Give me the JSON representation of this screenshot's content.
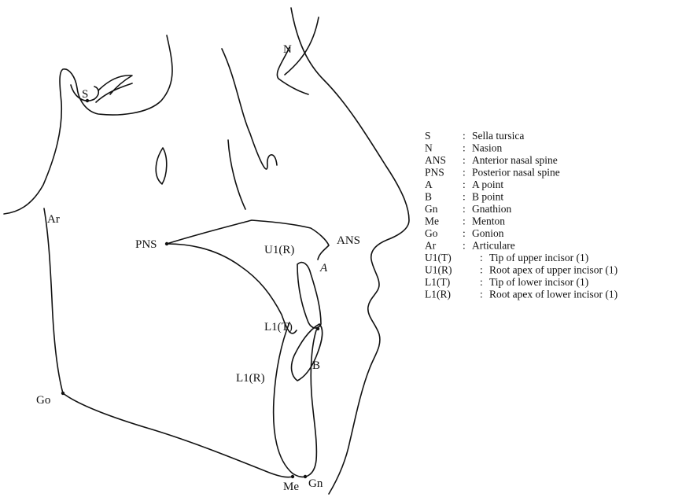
{
  "points": {
    "S": "S",
    "N": "N",
    "Ar": "Ar",
    "PNS": "PNS",
    "U1R": "U1(R)",
    "ANS": "ANS",
    "A": "A",
    "L1T": "L1(T)",
    "L1R": "L1(R)",
    "B": "B",
    "Go": "Go",
    "Me": "Me",
    "Gn": "Gn"
  },
  "legend": [
    {
      "abbr": "S",
      "desc": "Sella tursica"
    },
    {
      "abbr": "N",
      "desc": "Nasion"
    },
    {
      "abbr": "ANS",
      "desc": "Anterior nasal spine"
    },
    {
      "abbr": "PNS",
      "desc": "Posterior nasal spine"
    },
    {
      "abbr": "A",
      "desc": "A point"
    },
    {
      "abbr": "B",
      "desc": "B point"
    },
    {
      "abbr": "Gn",
      "desc": "Gnathion"
    },
    {
      "abbr": "Me",
      "desc": "Menton"
    },
    {
      "abbr": "Go",
      "desc": "Gonion"
    },
    {
      "abbr": "Ar",
      "desc": "Articulare"
    },
    {
      "abbr": "U1(T)",
      "desc": "Tip of upper incisor (1)"
    },
    {
      "abbr": "U1(R)",
      "desc": "Root apex of upper incisor (1)"
    },
    {
      "abbr": "L1(T)",
      "desc": "Tip of lower incisor (1)"
    },
    {
      "abbr": "L1(R)",
      "desc": "Root apex of lower incisor (1)"
    }
  ]
}
